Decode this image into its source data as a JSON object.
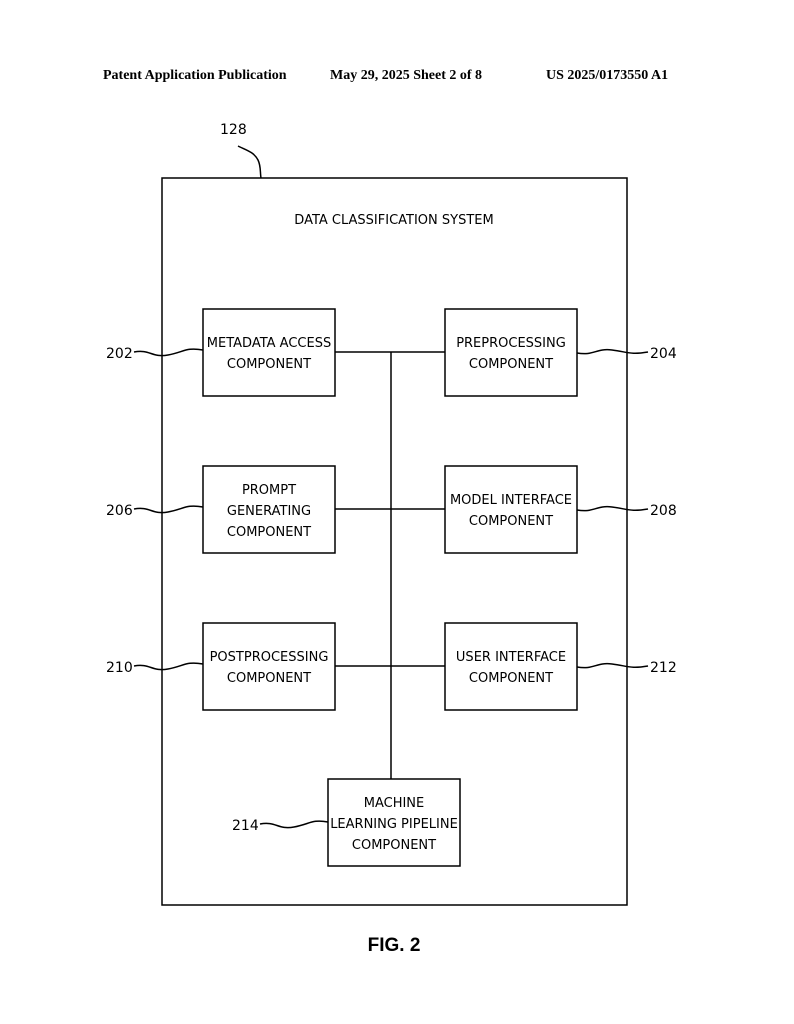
{
  "header": {
    "left": "Patent Application Publication",
    "center": "May 29, 2025  Sheet 2 of 8",
    "right": "US 2025/0173550 A1"
  },
  "diagram": {
    "system_ref": "128",
    "system_title": "DATA CLASSIFICATION SYSTEM",
    "components": [
      {
        "ref": "202",
        "lines": [
          "METADATA ACCESS",
          "COMPONENT"
        ]
      },
      {
        "ref": "204",
        "lines": [
          "PREPROCESSING",
          "COMPONENT"
        ]
      },
      {
        "ref": "206",
        "lines": [
          "PROMPT",
          "GENERATING",
          "COMPONENT"
        ]
      },
      {
        "ref": "208",
        "lines": [
          "MODEL INTERFACE",
          "COMPONENT"
        ]
      },
      {
        "ref": "210",
        "lines": [
          "POSTPROCESSING",
          "COMPONENT"
        ]
      },
      {
        "ref": "212",
        "lines": [
          "USER INTERFACE",
          "COMPONENT"
        ]
      },
      {
        "ref": "214",
        "lines": [
          "MACHINE",
          "LEARNING PIPELINE",
          "COMPONENT"
        ]
      }
    ],
    "figure_label": "FIG. 2"
  }
}
